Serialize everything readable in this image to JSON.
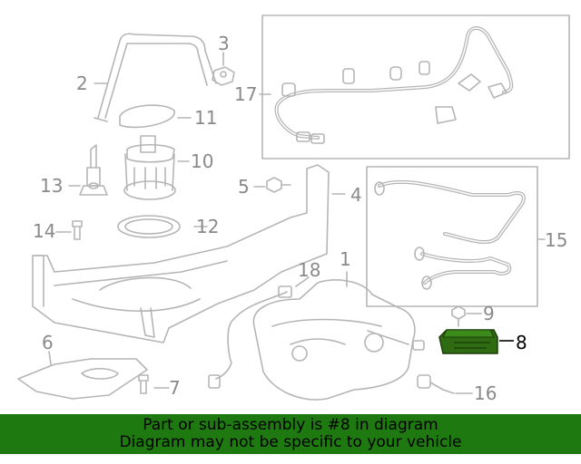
{
  "diagram": {
    "callouts": {
      "c1": "1",
      "c2": "2",
      "c3": "3",
      "c4": "4",
      "c5": "5",
      "c6": "6",
      "c7": "7",
      "c8": "8",
      "c9": "9",
      "c10": "10",
      "c11": "11",
      "c12": "12",
      "c13": "13",
      "c14": "14",
      "c15": "15",
      "c16": "16",
      "c17": "17",
      "c18": "18"
    },
    "highlighted_part": "8",
    "highlight_color": "#2e6b12",
    "line_color": "#b5b5b5"
  },
  "banner": {
    "line1": "Part or sub-assembly is #8 in diagram",
    "line2": "Diagram may not be specific to your vehicle",
    "background": "#1e7a10"
  }
}
